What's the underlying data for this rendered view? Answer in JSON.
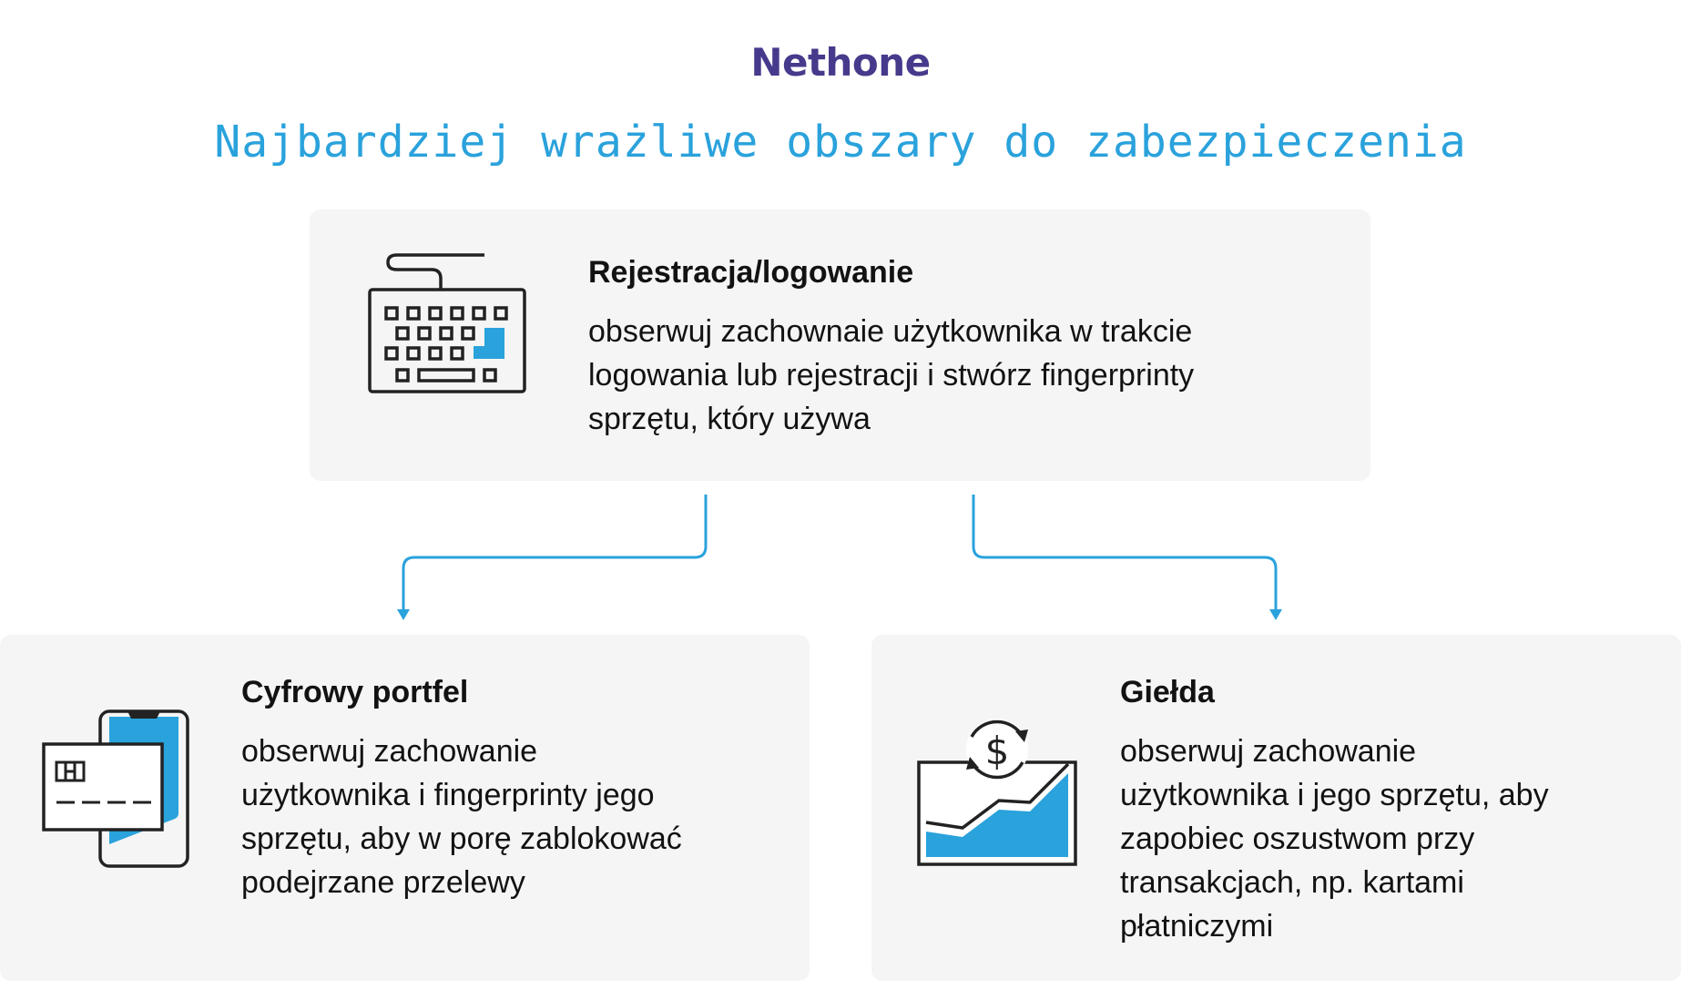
{
  "brand": {
    "logo": "Nethone"
  },
  "title": "Najbardziej wrażliwe obszary do zabezpieczenia",
  "colors": {
    "accent": "#2aa2dc",
    "brand": "#463a8c",
    "card_bg": "#f4f5f4",
    "text": "#121212"
  },
  "nodes": [
    {
      "id": "registration",
      "title": "Rejestracja/logowanie",
      "lines": [
        "obserwuj zachownaie użytkownika w trakcie",
        "logowania lub rejestracji i stwórz fingerprinty",
        "sprzętu, który używa"
      ],
      "icon": "keyboard-icon"
    },
    {
      "id": "wallet",
      "title": "Cyfrowy portfel",
      "lines": [
        "obserwuj zachowanie",
        "użytkownika i fingerprinty jego",
        "sprzętu, aby w porę zablokować",
        "podejrzane przelewy"
      ],
      "icon": "card-phone-icon"
    },
    {
      "id": "exchange",
      "title": "Giełda",
      "lines": [
        "obserwuj zachowanie",
        "użytkownika i jego sprzętu, aby",
        "zapobiec oszustwom przy",
        "transakcjach, np. kartami",
        "płatniczymi"
      ],
      "icon": "dollar-chart-icon"
    }
  ],
  "edges": [
    {
      "from": "registration",
      "to": "wallet"
    },
    {
      "from": "registration",
      "to": "exchange"
    }
  ]
}
